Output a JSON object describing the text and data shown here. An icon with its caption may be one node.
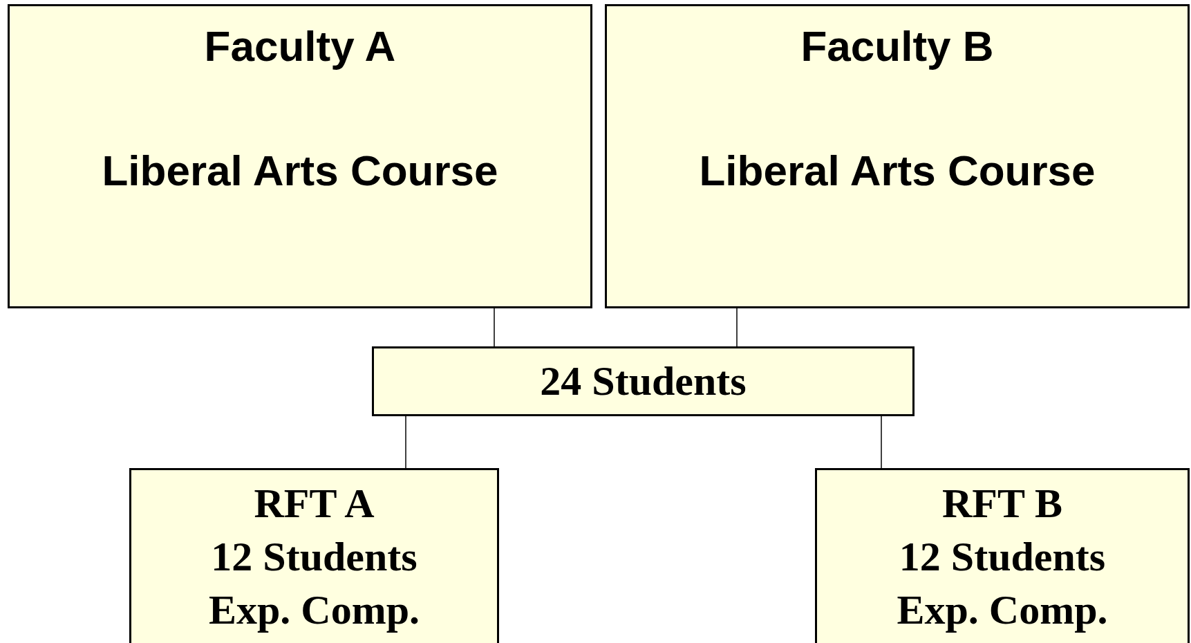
{
  "diagram": {
    "nodes": [
      {
        "text": [
          "Faculty A",
          "Liberal Arts Course"
        ]
      },
      {
        "text": [
          "Faculty B",
          "Liberal Arts Course"
        ]
      },
      {
        "text": [
          "24 Students"
        ]
      },
      {
        "text": [
          "RFT A",
          "12 Students",
          "Exp. Comp."
        ]
      },
      {
        "text": [
          "RFT B",
          "12 Students",
          "Exp. Comp."
        ]
      }
    ],
    "edges": [
      {
        "from": 0,
        "to": 2,
        "arrow": "none"
      },
      {
        "from": 1,
        "to": 2,
        "arrow": "none"
      },
      {
        "from": 2,
        "to": 3,
        "arrow": "none"
      },
      {
        "from": 2,
        "to": 4,
        "arrow": "none"
      }
    ]
  }
}
